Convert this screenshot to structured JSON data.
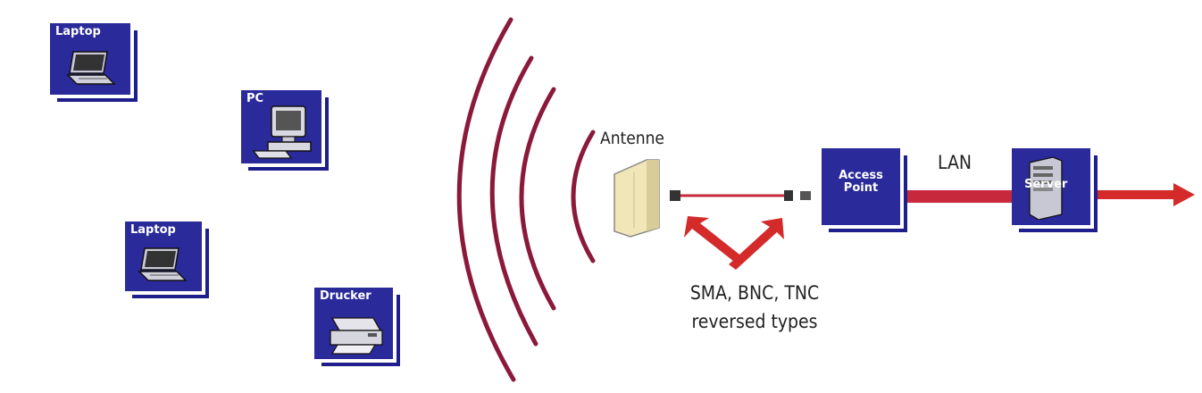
{
  "devices": {
    "laptop1": {
      "label": "Laptop",
      "icon": "laptop-icon"
    },
    "pc": {
      "label": "PC",
      "icon": "desktop-pc-icon"
    },
    "laptop2": {
      "label": "Laptop",
      "icon": "laptop-icon"
    },
    "printer": {
      "label": "Drucker",
      "icon": "printer-icon"
    },
    "access_point": {
      "label_line1": "Access",
      "label_line2": "Point"
    },
    "server": {
      "label": "Server",
      "icon": "server-icon"
    }
  },
  "labels": {
    "antenna": "Antenne",
    "lan": "LAN",
    "connectors_line1": "SMA, BNC, TNC",
    "connectors_line2": "reversed types"
  },
  "colors": {
    "device_box": "#2a2a9a",
    "shadow": "#1e1e8c",
    "waves": "#8b1a3a",
    "arrows": "#d42a2a",
    "cable": "#c8283c"
  }
}
